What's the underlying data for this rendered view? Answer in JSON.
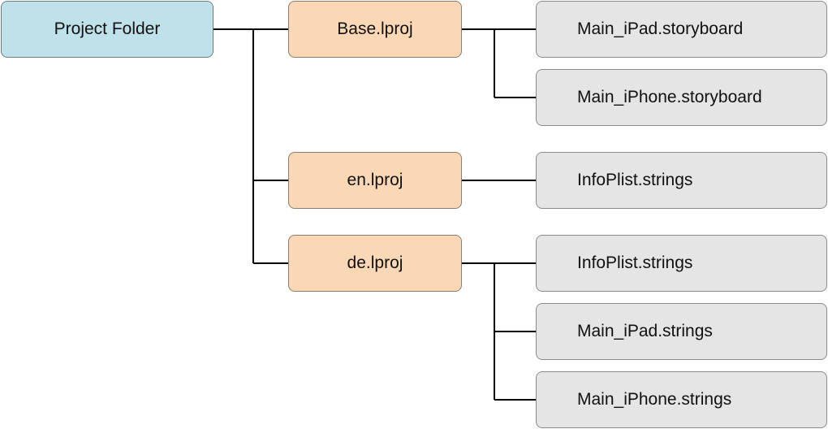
{
  "root": {
    "label": "Project Folder",
    "color": "#bfe1ea"
  },
  "groups": [
    {
      "label": "Base.lproj",
      "files": [
        "Main_iPad.storyboard",
        "Main_iPhone.storyboard"
      ]
    },
    {
      "label": "en.lproj",
      "files": [
        "InfoPlist.strings"
      ]
    },
    {
      "label": "de.lproj",
      "files": [
        "InfoPlist.strings",
        "Main_iPad.strings",
        "Main_iPhone.strings"
      ]
    }
  ],
  "colors": {
    "root_fill": "#bfe1ea",
    "lproj_fill": "#fbd8b5",
    "file_fill": "#e5e5e5",
    "connector": "#000000"
  }
}
